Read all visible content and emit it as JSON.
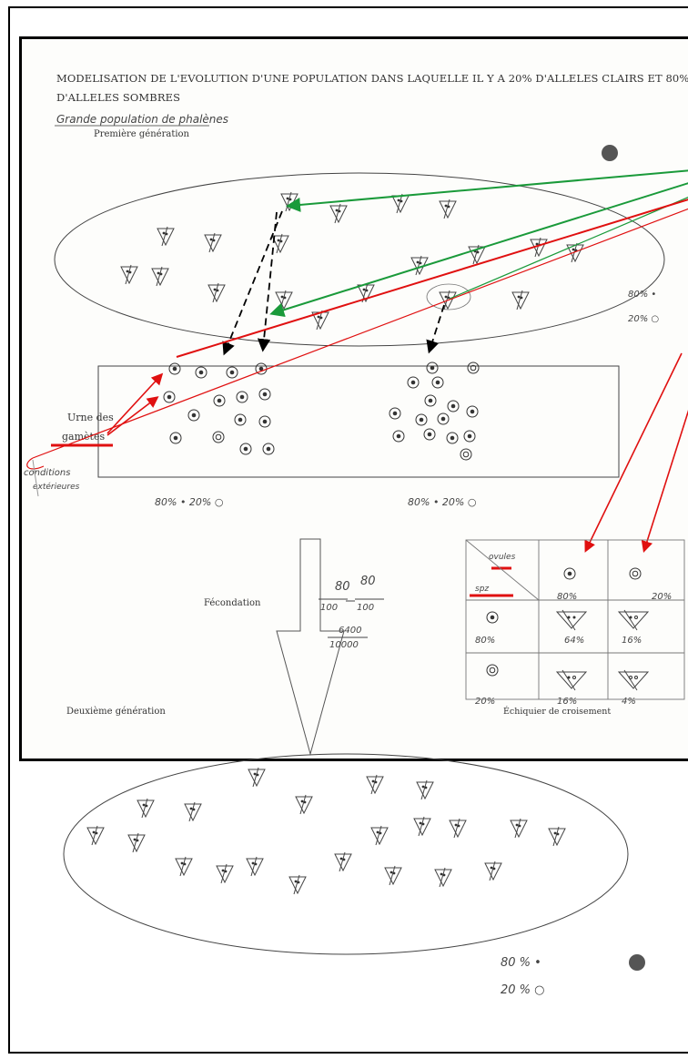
{
  "document": {
    "title": "MODELISATION DE L'EVOLUTION D'UNE POPULATION DANS LAQUELLE IL Y A 20% D'ALLELES CLAIRS ET 80% D'ALLELES SOMBRES",
    "handwritten_heading": "Grande population de phalènes",
    "first_generation_label": "Première génération",
    "first_generation_stats": [
      "80% •",
      "20% ○"
    ],
    "urn_label_line1": "Urne des",
    "urn_label_line2": "gamètes",
    "side_note_line1": "conditions",
    "side_note_line2": "extérieures",
    "urn_stats_left": "80% •   20% ○",
    "urn_stats_right": "80% •   20% ○",
    "fecondation_label": "Fécondation",
    "calc_line1_num_a": "80",
    "calc_line1_den_a": "100",
    "calc_line1_num_b": "80",
    "calc_line1_den_b": "100",
    "calc_line2_num": "6400",
    "calc_line2_den": "10000",
    "second_generation_label": "Deuxième génération",
    "second_generation_stats": [
      "80 % •",
      "20 % ○"
    ],
    "checkerboard_caption": "Échiquier de croisement",
    "checkerboard": {
      "corner_top": "ovules",
      "corner_bottom": "spz",
      "col_headers": [
        "80%",
        "20%"
      ],
      "row_headers": [
        "80%",
        "20%"
      ],
      "cells": [
        [
          "64%",
          "16%"
        ],
        [
          "16%",
          "4%"
        ]
      ]
    }
  },
  "colors": {
    "arrow_green": "#1a9a3a",
    "arrow_red": "#e01010",
    "ink": "#333333"
  }
}
